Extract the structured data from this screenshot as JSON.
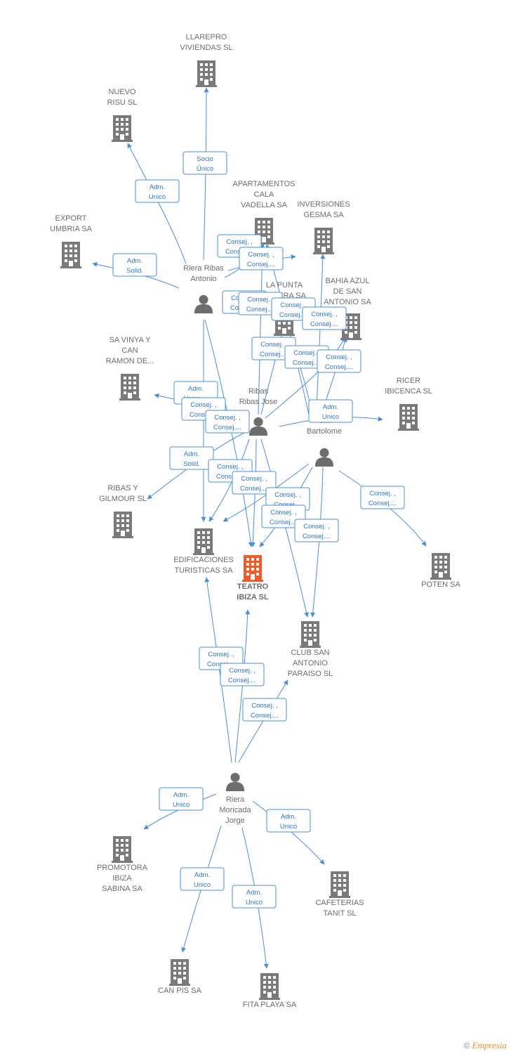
{
  "companies": [
    {
      "id": "llarepro",
      "lines": [
        "LLAREPRO",
        "VIVIENDAS  SL"
      ]
    },
    {
      "id": "nuevo",
      "lines": [
        "NUEVO",
        "RISU  SL"
      ]
    },
    {
      "id": "export",
      "lines": [
        "EXPORT",
        "UMBRIA SA"
      ]
    },
    {
      "id": "apart",
      "lines": [
        "APARTAMENTOS",
        "CALA",
        "VADELLA SA"
      ]
    },
    {
      "id": "inversiones",
      "lines": [
        "INVERSIONES",
        "GESMA SA"
      ]
    },
    {
      "id": "lapunta",
      "lines": [
        "LA PUNTA",
        "GALERA SA"
      ]
    },
    {
      "id": "bahia",
      "lines": [
        "BAHIA AZUL",
        "DE SAN",
        "ANTONIO SA"
      ]
    },
    {
      "id": "savinya",
      "lines": [
        "SA VINYA Y",
        "CAN",
        "RAMON DE..."
      ]
    },
    {
      "id": "ricer",
      "lines": [
        "RICER",
        "IBICENCA  SL"
      ]
    },
    {
      "id": "ribasgilmour",
      "lines": [
        "RIBAS Y",
        "GILMOUR  SL"
      ]
    },
    {
      "id": "edificaciones",
      "lines": [
        "EDIFICACIONES",
        "TURISTICAS SA"
      ]
    },
    {
      "id": "teatro",
      "lines": [
        "TEATRO",
        "IBIZA  SL"
      ],
      "focus": true
    },
    {
      "id": "poten",
      "lines": [
        "POTEN SA"
      ]
    },
    {
      "id": "clubsan",
      "lines": [
        "CLUB SAN",
        "ANTONIO",
        "PARAISO  SL"
      ]
    },
    {
      "id": "promotora",
      "lines": [
        "PROMOTORA",
        "IBIZA",
        "SABINA SA"
      ]
    },
    {
      "id": "cafeterias",
      "lines": [
        "CAFETERIAS",
        "TANIT  SL"
      ]
    },
    {
      "id": "canpis",
      "lines": [
        "CAN PIS SA"
      ]
    },
    {
      "id": "fitaplaya",
      "lines": [
        "FITA PLAYA SA"
      ]
    }
  ],
  "persons": [
    {
      "id": "rierariba",
      "lines": [
        "Riera Ribas",
        "Antonio"
      ]
    },
    {
      "id": "ribasjose",
      "lines": [
        "Ribas",
        "Ribas Jose"
      ]
    },
    {
      "id": "bartolome",
      "lines": [
        "Ri...",
        "C...",
        "Bartolome"
      ]
    },
    {
      "id": "rieramoncada",
      "lines": [
        "Riera",
        "Moncada",
        "Jorge"
      ]
    }
  ],
  "relations": [
    {
      "id": "r1",
      "lines": [
        "Socio",
        "Único"
      ]
    },
    {
      "id": "r2",
      "lines": [
        "Adm.",
        "Unico"
      ]
    },
    {
      "id": "r3",
      "lines": [
        "Adm.",
        "Solid."
      ]
    },
    {
      "id": "r4",
      "lines": [
        "Consej. ,",
        "Consej...."
      ]
    },
    {
      "id": "r5",
      "lines": [
        "Consej. ,",
        "Consej...."
      ]
    },
    {
      "id": "r6",
      "lines": [
        "Consej. ,",
        "Consej...."
      ]
    },
    {
      "id": "r7",
      "lines": [
        "Consej. ,",
        "Consej...."
      ]
    },
    {
      "id": "r8",
      "lines": [
        "Consej. ,",
        "Consej...."
      ]
    },
    {
      "id": "r9",
      "lines": [
        "Consej. ,",
        "Consej...."
      ]
    },
    {
      "id": "r10",
      "lines": [
        "Consej. ,",
        "Consej...."
      ]
    },
    {
      "id": "r11",
      "lines": [
        "Consej. ,",
        "Consej...."
      ]
    },
    {
      "id": "r12",
      "lines": [
        "Consej. ,",
        "Consej...."
      ]
    },
    {
      "id": "r13",
      "lines": [
        "Adm.",
        "Unico,..."
      ]
    },
    {
      "id": "r14",
      "lines": [
        "Consej. ,",
        "Consej...."
      ]
    },
    {
      "id": "r15",
      "lines": [
        "Consej. ,",
        "Consej...."
      ]
    },
    {
      "id": "r16",
      "lines": [
        "Adm.",
        "Unico"
      ]
    },
    {
      "id": "r17",
      "lines": [
        "Adm.",
        "Solid."
      ]
    },
    {
      "id": "r18",
      "lines": [
        "Consej. ,",
        "Consej...."
      ]
    },
    {
      "id": "r19",
      "lines": [
        "Consej. ,",
        "Consej...."
      ]
    },
    {
      "id": "r20",
      "lines": [
        "Consej. ,",
        "Consej...."
      ]
    },
    {
      "id": "r21",
      "lines": [
        "Consej. ,",
        "Consej...."
      ]
    },
    {
      "id": "r22",
      "lines": [
        "Consej. ,",
        "Consej...."
      ]
    },
    {
      "id": "r23",
      "lines": [
        "Consej. ,",
        "Consej...."
      ]
    },
    {
      "id": "r24",
      "lines": [
        "Consej. ,",
        "Consej...."
      ]
    },
    {
      "id": "r25",
      "lines": [
        "Consej. ,",
        "Consej...."
      ]
    },
    {
      "id": "r26",
      "lines": [
        "Consej. ,",
        "Consej...."
      ]
    },
    {
      "id": "r27",
      "lines": [
        "Adm.",
        "Unico"
      ]
    },
    {
      "id": "r28",
      "lines": [
        "Adm.",
        "Unico"
      ]
    },
    {
      "id": "r29",
      "lines": [
        "Adm.",
        "Unico"
      ]
    },
    {
      "id": "r30",
      "lines": [
        "Adm.",
        "Unico"
      ]
    }
  ],
  "colors": {
    "building": "#7a7a7a",
    "focus": "#f05a28",
    "edge": "#4a8fd9"
  },
  "footer": {
    "copyright": "©",
    "brand": "Empresia"
  }
}
